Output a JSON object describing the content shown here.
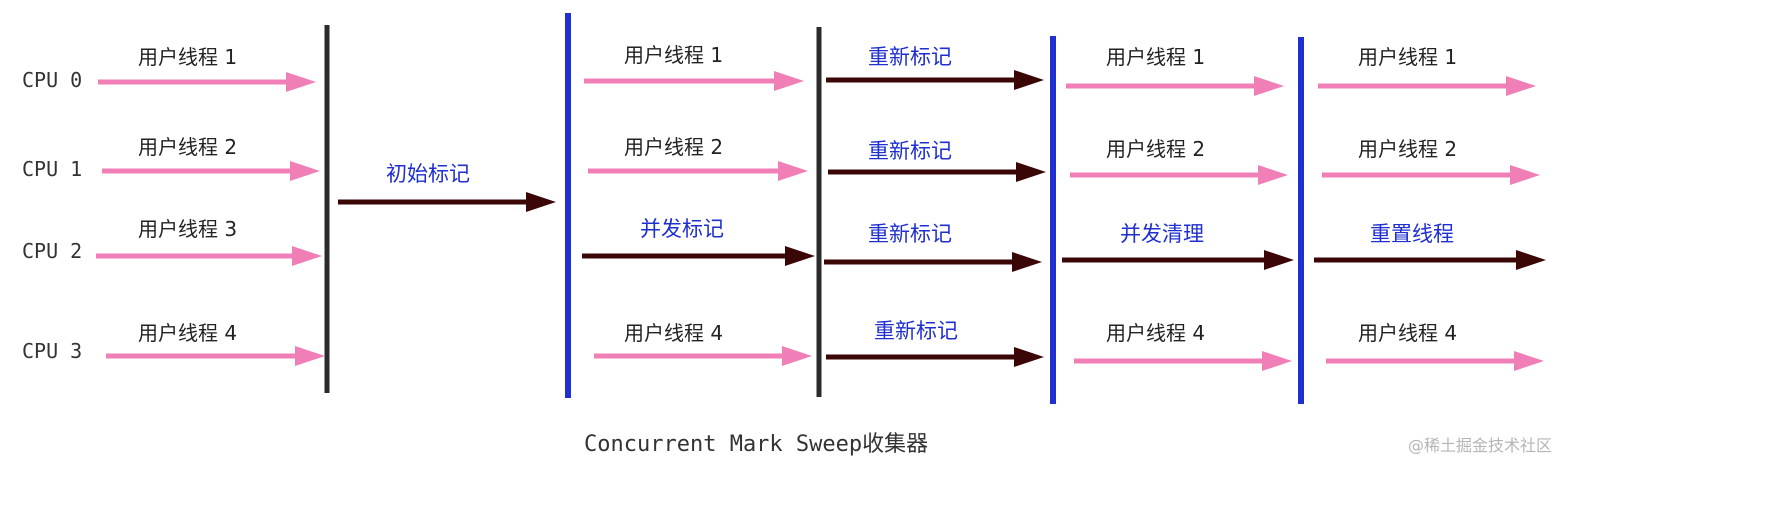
{
  "colors": {
    "thread_arrow": "#ef7fb6",
    "gc_arrow": "#3a0606",
    "stw_bar": "#2b2b2b",
    "phase_bar": "#1f2fd0",
    "phase_text": "#1f2fd0"
  },
  "cpus": [
    "CPU 0",
    "CPU 1",
    "CPU 2",
    "CPU 3"
  ],
  "labels": {
    "thread1": "用户线程 1",
    "thread2": "用户线程 2",
    "thread3": "用户线程 3",
    "thread4": "用户线程 4",
    "initial_mark": "初始标记",
    "concurrent_mark": "并发标记",
    "remark": "重新标记",
    "concurrent_sweep": "并发清理",
    "reset_threads": "重置线程"
  },
  "caption": "Concurrent Mark Sweep收集器",
  "watermark": "@稀土掘金技术社区"
}
